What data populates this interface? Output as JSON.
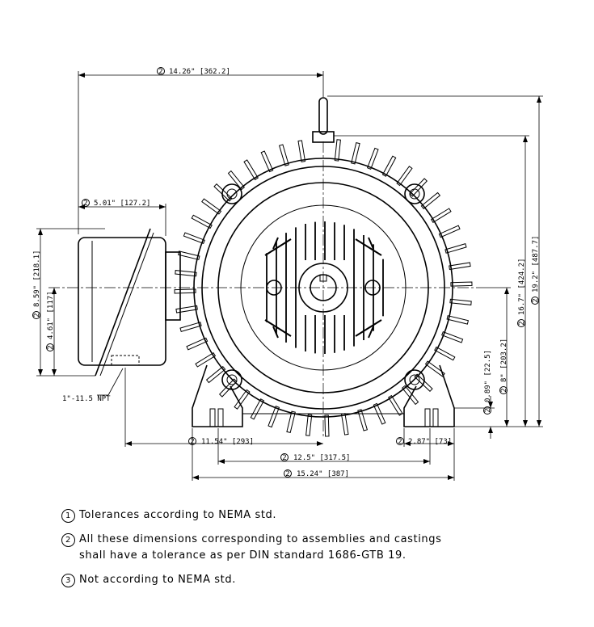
{
  "dimensions": {
    "overall_width": {
      "marker": "2",
      "label": "14.26\" [362.2]"
    },
    "junction_box_width": {
      "marker": "2",
      "label": "5.01\" [127.2]"
    },
    "junction_box_height": {
      "marker": "2",
      "label": "8.59\" [218.1]"
    },
    "junction_box_half": {
      "marker": "2",
      "label": "4.61\" [117]"
    },
    "conduit": {
      "label": "1\"-11.5 NPT"
    },
    "mount_offset": {
      "marker": "2",
      "label": "11.54\" [293]"
    },
    "foot_width": {
      "marker": "2",
      "label": "2.87\" [73]"
    },
    "bolt_spacing": {
      "marker": "2",
      "label": "12.5\" [317.5]"
    },
    "base_width": {
      "marker": "2",
      "label": "15.24\" [387]"
    },
    "foot_thickness": {
      "marker": "2",
      "label": "0.89\" [22.5]"
    },
    "shaft_height": {
      "marker": "2",
      "label": "8\" [203.2]"
    },
    "frame_height": {
      "marker": "2",
      "label": "16.7\" [424.2]"
    },
    "overall_height": {
      "marker": "2",
      "label": "19.2\" [487.7]"
    }
  },
  "notes": [
    {
      "marker": "1",
      "text": "Tolerances according to NEMA std."
    },
    {
      "marker": "2",
      "text": "All these dimensions corresponding to assemblies and castings shall have a tolerance as per DIN standard 1686-GTB 19."
    },
    {
      "marker": "3",
      "text": "Not according to NEMA std."
    }
  ]
}
